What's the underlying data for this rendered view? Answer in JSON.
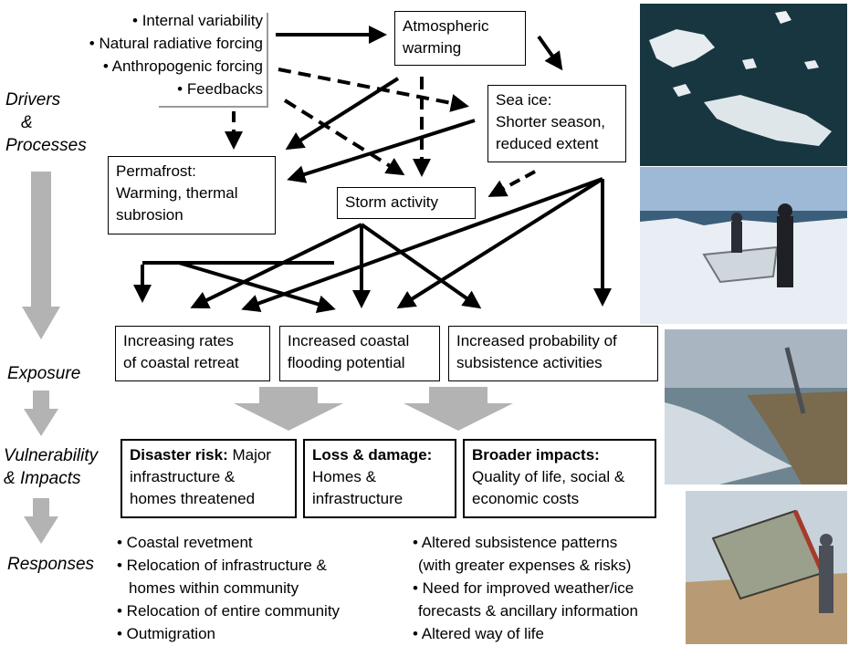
{
  "stages": {
    "drivers": [
      "Drivers",
      "&",
      "Processes"
    ],
    "exposure": "Exposure",
    "vulnerability": [
      "Vulnerability",
      "& Impacts"
    ],
    "responses": "Responses"
  },
  "drivers_list": [
    "• Internal variability",
    "• Natural radiative forcing",
    "• Anthropogenic forcing",
    "• Feedbacks"
  ],
  "processes": {
    "atmospheric": [
      "Atmospheric",
      "warming"
    ],
    "sea_ice": [
      "Sea ice:",
      "Shorter season,",
      "reduced extent"
    ],
    "permafrost": [
      "Permafrost:",
      "Warming, thermal",
      "subrosion"
    ],
    "storm": "Storm activity"
  },
  "exposure": {
    "retreat": [
      "Increasing rates",
      "of coastal retreat"
    ],
    "flooding": [
      "Increased coastal",
      "flooding potential"
    ],
    "subsistence": [
      "Increased probability of",
      "subsistence activities"
    ]
  },
  "impacts": {
    "disaster": {
      "head": "Disaster risk:",
      "rest": " Major",
      "lines": [
        "infrastructure &",
        "homes threatened"
      ]
    },
    "loss": {
      "head": "Loss & damage:",
      "lines": [
        "Homes &",
        "infrastructure"
      ]
    },
    "broader": {
      "head": "Broader impacts:",
      "lines": [
        "Quality of life, social &",
        "economic costs"
      ]
    }
  },
  "responses_left": [
    "• Coastal revetment",
    "• Relocation of infrastructure &",
    "   homes within community",
    "• Relocation of entire community",
    "• Outmigration"
  ],
  "responses_right": [
    "• Altered subsistence patterns",
    "   (with greater expenses & risks)",
    "• Need for improved weather/ice",
    "   forecasts & ancillary information",
    "• Altered way of life"
  ],
  "colors": {
    "arrow": "#000000",
    "stage_arrow": "#b3b3b3",
    "sea": "#1d3d48",
    "ice": "#e9eef0",
    "sky": "#9db9d6"
  }
}
